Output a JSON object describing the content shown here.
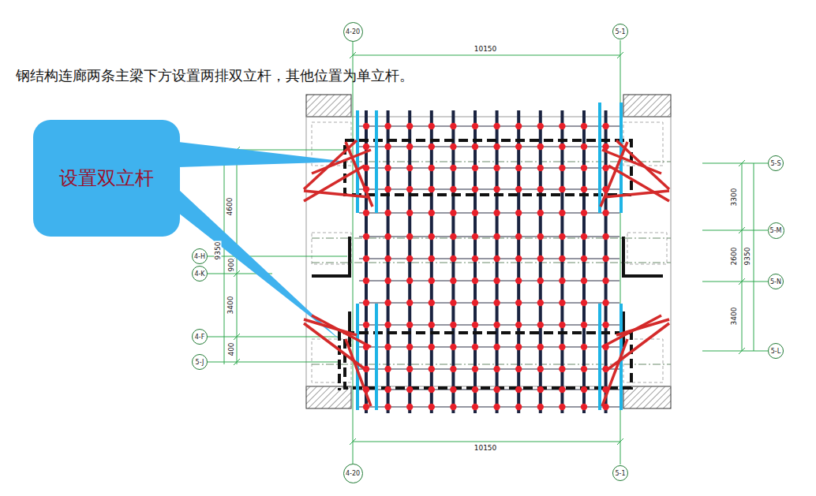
{
  "diagram": {
    "title": "钢结构连廊两条主梁下方设置两排双立杆，其他位置为单立杆。",
    "nodes": [
      {
        "text": [
          "4-20"
        ]
      },
      {
        "text": [
          "5-1"
        ]
      },
      {
        "text": [
          "设置双立杆"
        ]
      },
      {
        "text": [
          "4-H"
        ]
      },
      {
        "text": [
          "4-K"
        ]
      },
      {
        "text": [
          "4-F"
        ]
      },
      {
        "text": [
          "5-J"
        ]
      },
      {
        "text": [
          "5-S"
        ]
      },
      {
        "text": [
          "5-M"
        ]
      },
      {
        "text": [
          "5-N"
        ]
      },
      {
        "text": [
          "5-L"
        ]
      },
      {
        "text": [
          "4-20"
        ]
      },
      {
        "text": [
          "5-1"
        ]
      }
    ],
    "labels": [
      "10150",
      "10150",
      "4600",
      "9350",
      "900",
      "3400",
      "400",
      "3300",
      "2600",
      "9350",
      "3400"
    ]
  }
}
